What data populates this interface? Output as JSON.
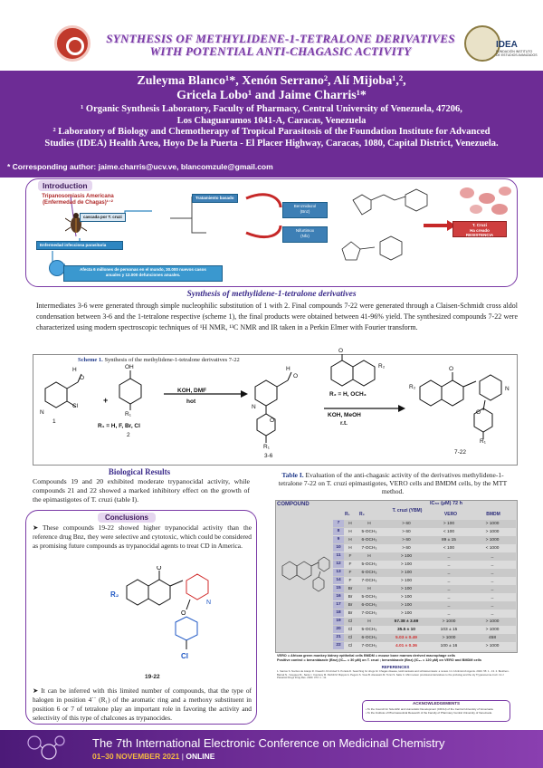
{
  "header": {
    "title_line1": "SYNTHESIS OF METHYLIDENE-1-TETRALONE DERIVATIVES",
    "title_line2": "WITH  POTENTIAL ANTI-CHAGASIC ACTIVITY",
    "idea_logo_big": "IDEA",
    "idea_logo_small1": "FUNDACIÓN INSTITUTO",
    "idea_logo_small2": "DE ESTUDIOS AVANZADOS"
  },
  "authors": {
    "line1": "Zuleyma Blanco¹*, Xenón Serrano², Alí Mijoba¹,²,",
    "line2": "Gricela Lobo¹ and Jaime Charris¹*",
    "aff1_a": "¹ Organic Synthesis Laboratory, Faculty of Pharmacy, Central University of Venezuela, 47206,",
    "aff1_b": "Los Chaguaramos 1041-A, Caracas, Venezuela",
    "aff2_a": "² Laboratory of Biology and Chemotherapy of Tropical Parasitosis of the Foundation Institute for Advanced",
    "aff2_b": "Studies (IDEA) Health Area, Hoyo De la Puerta - El Placer Highway, Caracas, 1080, Capital District, Venezuela.",
    "corresponding": "* Corresponding author: jaime.charris@ucv.ve, blancomzule@gmail.com"
  },
  "introduction": {
    "heading": "Introduction",
    "tripano_line1": "Tripanosomiasis Americana",
    "tripano_line2": "(Enfermedad de Chagas)¹⁻²",
    "enfermedad": "Enfermedad infecciosa parasitaria",
    "cascada": "cascada por T. cruzi",
    "tratamiento": "Tratamiento basado",
    "benz_line1": "Benznidazol",
    "benz_line2": "(Bnz)",
    "nif_line1": "Nifurtimox",
    "nif_line2": "(Nfx)",
    "afecta_line1": "Afecta 6 millones de personas en el mundo,  30.000  nuevos casos",
    "afecta_line2": "anuales y 12.000 defunciones anuales.",
    "tcruzi_line1": "T. Cruzi",
    "tcruzi_line2": "Ha creado RESISTENCIA"
  },
  "synthesis": {
    "heading": "Synthesis of  methylidene-1-tetralone derivatives",
    "text": "Intermediates 3-6 were generated through simple nucleophilic substitution of 1 with 2. Final compounds 7-22 were generated through a Claisen-Schmidt cross aldol condensation between 3-6 and the 1-tetralone respective (scheme 1), the final products were obtained between 41-96% yield. The synthesized compounds 7-22 were characterized using modern spectroscopic techniques of ¹H NMR, ¹³C NMR and IR taken in a Perkin Elmer with Fourier transform."
  },
  "scheme": {
    "title_bold": "Scheme 1.",
    "title_rest": " Synthesis of  the methylidene-1-tetralone derivatives 7-22",
    "label_1": "1",
    "label_2": "2",
    "label_36": "3-6",
    "label_722": "7-22",
    "r1_text": "R₁ = H, F, Br, Cl",
    "r2_text": "R₂ = H, OCH₃",
    "cond1_top": "KOH, DMF",
    "cond1_bottom": "hot",
    "cond2_top": "KOH, MeOH",
    "cond2_bottom": "r.t.",
    "atom_n": "N",
    "atom_cl": "Cl",
    "atom_oh": "OH",
    "atom_o": "O",
    "atom_h": "H",
    "atom_r1": "R₁",
    "atom_r2": "R₂"
  },
  "biological": {
    "heading": "Biological Results",
    "text": "Compounds 19 and 20 exhibited moderate trypanocidal activity, while compounds 21 and 22 showed a marked inhibitory effect on the growth of the epimastigotes of T. cruzi (table I)."
  },
  "conclusions": {
    "heading": "Conclusions",
    "text1": "➤ These compounds 19-22 showed higher trypanocidal activity than the reference drug Bnz, they were selective and cytotoxic, which could be considered as promising future compounds as trypanocidal agents to treat CD in America.",
    "structure_label": "19-22",
    "text2": "➤ It can be inferred with this limited number of compounds, that the type of halogen in position 4´´ (R₁) of the aromatic ring and a methoxy substituent in position 6 or 7 of tetralone play an important role in favoring the activity and selectivity of this type of chalcones as trypanocides."
  },
  "table": {
    "title_bold": "Table I.",
    "title_rest": " Evaluation of the anti-chagasic activity of the derivatives methylidene-1-tetralone 7-22 on T. cruzi epimastigotes, VERO cells and BMDM cells, by the MTT method.",
    "compound_header": "COMPOUND",
    "ic50_header": "IC₅₀ (µM) 72 h",
    "col_r1": "R₁",
    "col_r2": "R₂",
    "col_tcruzi": "T. cruzi (YBM)",
    "col_vero": "VERO",
    "col_bmdm": "BMDM",
    "rows": [
      {
        "no": "7",
        "r1": "H",
        "r2": "H",
        "tc": "> 60",
        "vero": "> 100",
        "bmdm": "> 1000"
      },
      {
        "no": "8",
        "r1": "H",
        "r2": "5-OCH₃",
        "tc": "> 60",
        "vero": "< 100",
        "bmdm": "> 1000"
      },
      {
        "no": "9",
        "r1": "H",
        "r2": "6-OCH₃",
        "tc": "> 60",
        "vero": "89 ± 15",
        "bmdm": "> 1000"
      },
      {
        "no": "10",
        "r1": "H",
        "r2": "7-OCH₃",
        "tc": "> 60",
        "vero": "< 100",
        "bmdm": "< 1000"
      },
      {
        "no": "11",
        "r1": "F",
        "r2": "H",
        "tc": "> 100",
        "vero": "_",
        "bmdm": "_"
      },
      {
        "no": "12",
        "r1": "F",
        "r2": "5-OCH₃",
        "tc": "> 100",
        "vero": "_",
        "bmdm": "_"
      },
      {
        "no": "13",
        "r1": "F",
        "r2": "6-OCH₃",
        "tc": "> 100",
        "vero": "_",
        "bmdm": "_"
      },
      {
        "no": "14",
        "r1": "F",
        "r2": "7-OCH₃",
        "tc": "> 100",
        "vero": "_",
        "bmdm": "_"
      },
      {
        "no": "15",
        "r1": "Br",
        "r2": "H",
        "tc": "> 100",
        "vero": "_",
        "bmdm": "_"
      },
      {
        "no": "16",
        "r1": "Br",
        "r2": "5-OCH₃",
        "tc": "> 100",
        "vero": "_",
        "bmdm": "_"
      },
      {
        "no": "17",
        "r1": "Br",
        "r2": "6-OCH₃",
        "tc": "> 100",
        "vero": "_",
        "bmdm": "_"
      },
      {
        "no": "18",
        "r1": "Br",
        "r2": "7-OCH₃",
        "tc": "> 100",
        "vero": "_",
        "bmdm": "_"
      },
      {
        "no": "19",
        "r1": "Cl",
        "r2": "H",
        "tc": "57.38 ± 3.69",
        "vero": "> 1000",
        "bmdm": "> 1000",
        "tc_bold": true
      },
      {
        "no": "20",
        "r1": "Cl",
        "r2": "5-OCH₃",
        "tc": "35.5 ± 10",
        "vero": "103 ± 15",
        "bmdm": "> 1000",
        "tc_bold": true
      },
      {
        "no": "21",
        "r1": "Cl",
        "r2": "6-OCH₃",
        "tc": "5.03 ± 0.49",
        "vero": "> 1000",
        "bmdm": "458",
        "tc_red": true
      },
      {
        "no": "22",
        "r1": "Cl",
        "r2": "7-OCH₃",
        "tc": "4.01 ± 0.36",
        "vero": "100 ± 16",
        "bmdm": "> 1000",
        "tc_red": true
      }
    ],
    "footnote1": "VERO = African green monkey kidney epithelial cells BMDM = mouse bone marrow derived macrophage cells",
    "footnote2": "Positive control = benznidazole (Bnz) (IC₅₀ = 30 µM) on T. cruzi ; benznidazole (Bnz) (IC₅₀ = 120 µM) on VERO and BMDM cells",
    "refs_heading": "REFERENCES",
    "refs_text": "1. Santos S. Nocitos de Araújo R. Oseachi J.D.Arcied S. Portela D. Searching for drugs for Chagas disease, leishmaniasis and schistosomiasis: a review. Int J Antimicrob Agents. 2020. 55: 1 - 13.  2. Bouhlem-Barrak N., Vougsep M., Sanio I. Courtesy M. Parbili M. Buppot A. Pegors S. Voss B. Alessasin M. Tonni S. Saku C. Mini review: provisional derivatives to the probolog and the sly Trypanosoma cruzi. Int J Parasitol Drugs Drug Res. 2020. 373: 1 - 11."
  },
  "acknowledgements": {
    "heading": "ACKNOWLEDGEMENTS",
    "line1": "• To the Council for Scientific and Humanistic Development (CDCH) of the Central University of Venezuela.",
    "line2": "• To the Institute of Pharmaceutical Research of the Faculty of Pharmacy Central University of Venezuela."
  },
  "footer": {
    "title": "The 7th International Electronic Conference on Medicinal Chemistry",
    "dates": "01–30 NOVEMBER 2021",
    "separator": " | ",
    "online": "ONLINE"
  },
  "colors": {
    "purple": "#6d2c95",
    "title_purple": "#7a3aa6",
    "tag_blue": "#2e86c1",
    "resistance_red": "#cf3f3f",
    "footer_gold": "#f5b942"
  }
}
